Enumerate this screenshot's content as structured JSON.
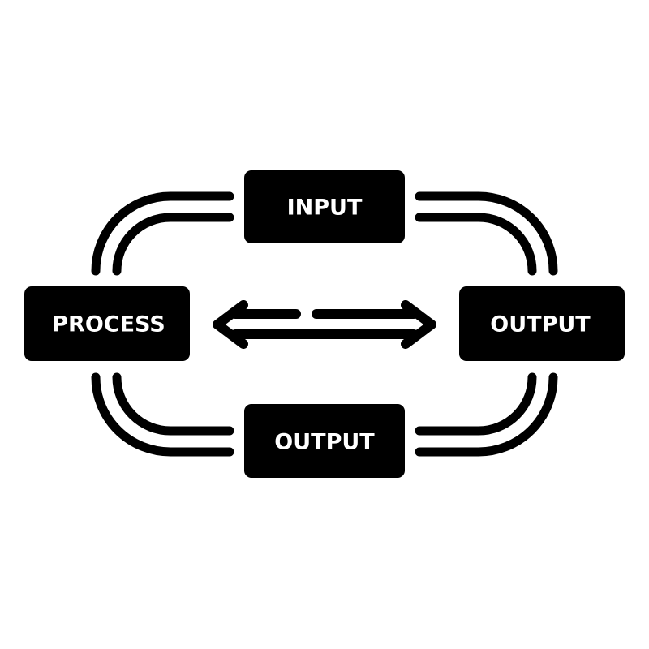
{
  "diagram": {
    "nodes": {
      "top": {
        "label": "INPUT"
      },
      "left": {
        "label": "PROCESS"
      },
      "right": {
        "label": "OUTPUT"
      },
      "bottom": {
        "label": "OUTPUT"
      }
    },
    "connectors": [
      {
        "from": "INPUT",
        "to": "OUTPUT",
        "style": "double-line"
      },
      {
        "from": "OUTPUT",
        "to": "OUTPUT",
        "style": "double-line"
      },
      {
        "from": "OUTPUT",
        "to": "PROCESS",
        "style": "double-line"
      },
      {
        "from": "PROCESS",
        "to": "INPUT",
        "style": "double-line"
      }
    ],
    "center_arrow": {
      "icon": "double-headed-arrow-icon",
      "between": [
        "PROCESS",
        "OUTPUT"
      ]
    },
    "colors": {
      "foreground": "#000000",
      "box_text": "#ffffff",
      "background": "#ffffff"
    }
  }
}
